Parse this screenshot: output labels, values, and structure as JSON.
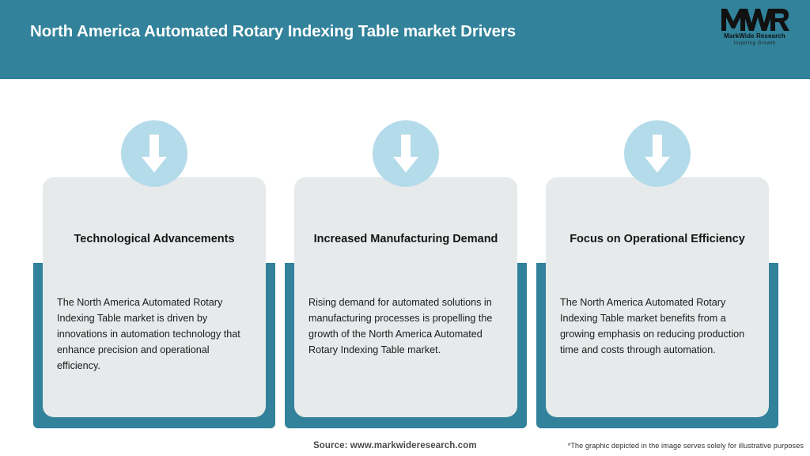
{
  "header": {
    "title": "North America Automated Rotary Indexing Table market Drivers",
    "background_color": "#31829a",
    "title_color": "#ffffff"
  },
  "logo": {
    "mark": "MWR",
    "name": "MarkWide Research",
    "tagline": "Inspiring Growth"
  },
  "theme": {
    "teal": "#31829a",
    "card_bg": "#e6eaeb",
    "icon_circle": "#b4dbe9",
    "arrow": "#ffffff"
  },
  "cards": [
    {
      "icon": "arrow-down-icon",
      "title": "Technological Advancements",
      "body": "The North America Automated Rotary Indexing Table market is driven by innovations in automation technology that enhance precision and operational efficiency."
    },
    {
      "icon": "arrow-down-icon",
      "title": "Increased Manufacturing Demand",
      "body": "Rising demand for automated solutions in manufacturing processes is propelling the growth of the North America Automated Rotary Indexing Table market."
    },
    {
      "icon": "arrow-down-icon",
      "title": "Focus on Operational Efficiency",
      "body": "The North America Automated Rotary Indexing Table market benefits from a growing emphasis on reducing production time and costs through automation."
    }
  ],
  "footer": {
    "source": "Source: www.markwideresearch.com",
    "disclaimer": "*The graphic depicted in the image serves solely for illustrative purposes"
  }
}
